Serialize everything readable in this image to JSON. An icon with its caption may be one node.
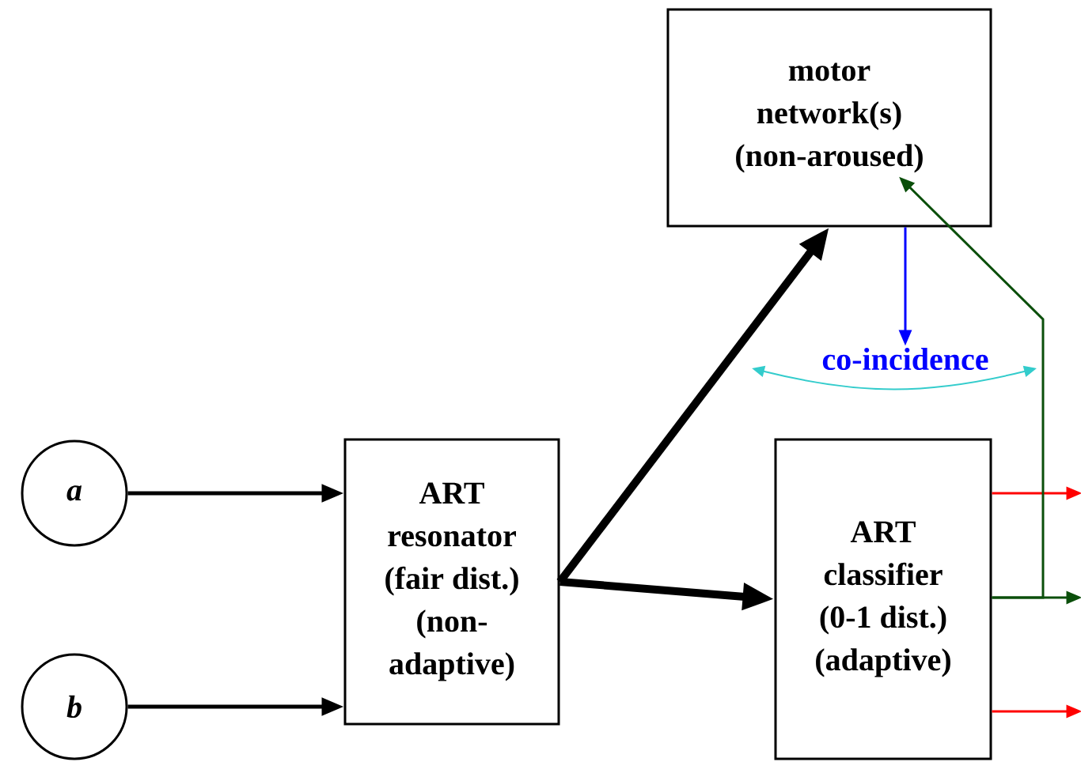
{
  "diagram": {
    "nodes": [
      {
        "text": [
          "a"
        ]
      },
      {
        "text": [
          "b"
        ]
      },
      {
        "text": [
          "ART resonator (fair dist.) (non-adaptive)"
        ]
      },
      {
        "text": [
          "ART classifier (0-1 dist.) (adaptive)"
        ]
      },
      {
        "text": [
          "motor network(s) (non-aroused)"
        ]
      },
      {
        "text": [
          "co-incidence"
        ]
      }
    ],
    "edges": [
      {
        "from": 0,
        "to": 2,
        "arrow": "to"
      },
      {
        "from": 1,
        "to": 2,
        "arrow": "to"
      },
      {
        "from": 2,
        "to": 4,
        "arrow": "to",
        "style": "thick"
      },
      {
        "from": 2,
        "to": 3,
        "arrow": "to",
        "style": "thick"
      },
      {
        "from": 4,
        "to": 5,
        "arrow": "to",
        "color": "#0000ff"
      },
      {
        "from": 3,
        "to": null,
        "arrow": "to",
        "color": "#ff0000"
      },
      {
        "from": 3,
        "to": null,
        "arrow": "to",
        "color": "#0b4f0b"
      },
      {
        "from": 3,
        "to": 4,
        "arrow": "to",
        "color": "#0b4f0b"
      },
      {
        "from": 3,
        "to": null,
        "arrow": "to",
        "color": "#ff0000"
      }
    ]
  }
}
